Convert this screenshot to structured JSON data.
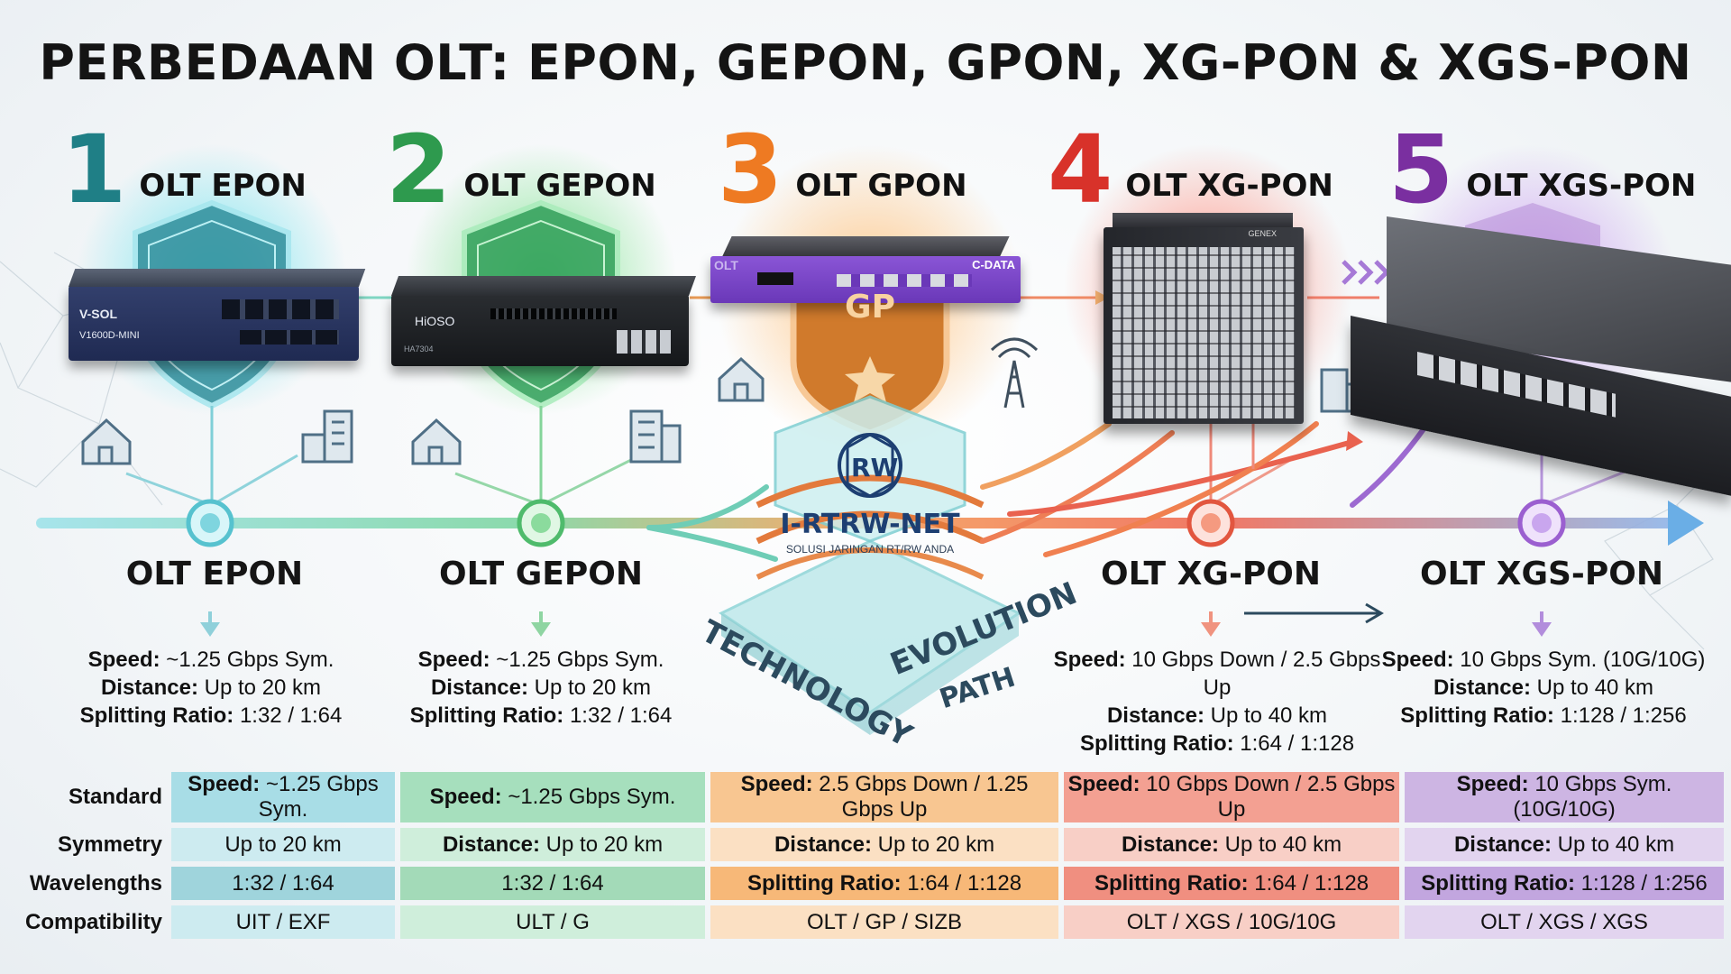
{
  "title": "PERBEDAAN OLT: EPON, GEPON, GPON, XG-PON & XGS-PON",
  "colors": {
    "epon": "#1f7f86",
    "gepon": "#2e9a4e",
    "gpon": "#ee7a22",
    "xgpon": "#d8322a",
    "xgspon": "#7a2fa0"
  },
  "columns": [
    {
      "num": "1",
      "label": "OLT EPON",
      "sub": "OLT EPON",
      "speed": "~1.25 Gbps Sym.",
      "distance": "Up to 20 km",
      "split": "1:32 / 1:64"
    },
    {
      "num": "2",
      "label": "OLT GEPON",
      "sub": "OLT GEPON",
      "speed": "~1.25 Gbps Sym.",
      "distance": "Up to 20 km",
      "split": "1:32 / 1:64"
    },
    {
      "num": "3",
      "label": "OLT GPON",
      "sub": "",
      "speed": "",
      "distance": "",
      "split": ""
    },
    {
      "num": "4",
      "label": "OLT XG-PON",
      "sub": "OLT XG-PON",
      "speed": "10 Gbps Down / 2.5 Gbps Up",
      "distance": "Up to 40 km",
      "split": "1:64 / 1:128"
    },
    {
      "num": "5",
      "label": "OLT XGS-PON",
      "sub": "OLT XGS-PON",
      "speed": "10 Gbps Sym. (10G/10G)",
      "distance": "Up to 40 km",
      "split": "1:128 / 1:256"
    }
  ],
  "spec_labels": {
    "speed": "Speed:",
    "distance": "Distance:",
    "split": "Splitting Ratio:"
  },
  "devices": {
    "vsol_brand": "V-SOL",
    "vsol_model": "V1600D-MINI",
    "hioso_brand": "HiOSO",
    "hioso_model": "HA7304",
    "gpon_left": "OLT",
    "gpon_right": "C-DATA",
    "xg_brand": "GENEX"
  },
  "center": {
    "emblem_letters": "RW",
    "brand": "I-RTRW-NET",
    "tagline": "SOLUSI JARINGAN RT/RW ANDA",
    "evo_words": [
      "TECHNOLOGY",
      "EVOLUTION",
      "PATH"
    ],
    "badge": "GP"
  },
  "table": {
    "row_headers": [
      "Standard",
      "Symmetry",
      "Wavelengths",
      "Compatibility"
    ],
    "rows": [
      [
        {
          "k": "Speed:",
          "v": "~1.25 Gbps Sym."
        },
        {
          "k": "Speed:",
          "v": "~1.25 Gbps Sym."
        },
        {
          "k": "Speed:",
          "v": "2.5 Gbps Down / 1.25 Gbps Up"
        },
        {
          "k": "Speed:",
          "v": "10 Gbps Down / 2.5 Gbps Up"
        },
        {
          "k": "Speed:",
          "v": "10 Gbps Sym. (10G/10G)"
        }
      ],
      [
        {
          "k": "",
          "v": "Up to 20 km"
        },
        {
          "k": "Distance:",
          "v": "Up to 20 km"
        },
        {
          "k": "Distance:",
          "v": "Up to 20 km"
        },
        {
          "k": "Distance:",
          "v": "Up to 40 km"
        },
        {
          "k": "Distance:",
          "v": "Up to 40 km"
        }
      ],
      [
        {
          "k": "",
          "v": "1:32 / 1:64"
        },
        {
          "k": "",
          "v": "1:32 / 1:64"
        },
        {
          "k": "Splitting Ratio:",
          "v": "1:64 / 1:128"
        },
        {
          "k": "Splitting Ratio:",
          "v": "1:64 / 1:128"
        },
        {
          "k": "Splitting Ratio:",
          "v": "1:128 / 1:256"
        }
      ],
      [
        {
          "k": "",
          "v": "UIT / EXF"
        },
        {
          "k": "",
          "v": "ULT / G"
        },
        {
          "k": "",
          "v": "OLT / GP / SIZB"
        },
        {
          "k": "",
          "v": "OLT / XGS / 10G/10G"
        },
        {
          "k": "",
          "v": "OLT / XGS / XGS"
        }
      ]
    ]
  },
  "icons": [
    "house-icon",
    "office-building-icon",
    "cell-tower-icon",
    "shield-icon",
    "arrow-right-icon"
  ]
}
